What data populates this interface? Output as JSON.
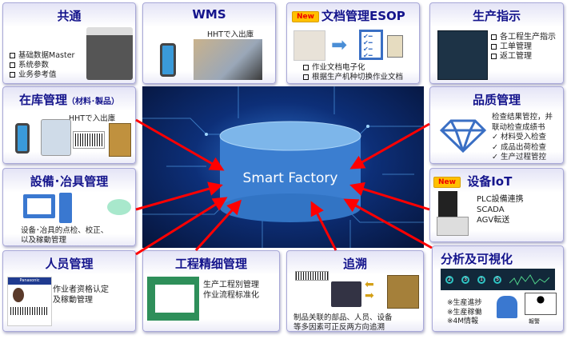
{
  "center": {
    "label": "Smart Factory"
  },
  "new_badge": "New",
  "cards": {
    "common": {
      "title": "共通",
      "items": [
        "基础数据Master",
        "系统参数",
        "业务参考值"
      ]
    },
    "wms": {
      "title": "WMS",
      "caption": "HHTで入出庫"
    },
    "esop": {
      "title": "文档管理ESOP",
      "items": [
        "作业文档电子化",
        "根据生产机种切换作业文档"
      ]
    },
    "production": {
      "title": "生产指示",
      "items": [
        "各工程生产指示",
        "工单管理",
        "返工管理"
      ]
    },
    "inventory": {
      "title": "在库管理",
      "subtitle": "（材料･製品）",
      "caption": "HHTで入出庫"
    },
    "equipment": {
      "title": "設備･冶具管理",
      "text": [
        "设备･冶具的点检、校正、",
        "以及稼動管理"
      ]
    },
    "quality": {
      "title": "品质管理",
      "text": [
        "检查结果管控，并",
        "联动检查成绩书"
      ],
      "checks": [
        "材料受入检查",
        "成品出荷检查",
        "生产过程管控"
      ]
    },
    "iot": {
      "title": "设备IoT",
      "items": [
        "PLC設備連携",
        "SCADA",
        "AGV転送"
      ]
    },
    "personnel": {
      "title": "人员管理",
      "text": [
        "作业者资格认定",
        "及稼動管理"
      ],
      "badge_brand": "Panasonic"
    },
    "process": {
      "title": "工程精细管理",
      "text": [
        "生产工程別管理",
        "作业流程标准化"
      ]
    },
    "trace": {
      "title": "追溯",
      "text": [
        "制品关联的部品、人员、设备",
        "等多因素可正反两方向追溯"
      ]
    },
    "analysis": {
      "title": "分析及可視化",
      "items": [
        "※生産進捗",
        "※生産稼働",
        "※4M情報"
      ],
      "report": "報警",
      "kpis": [
        "2",
        "3",
        "1",
        "5"
      ]
    }
  },
  "colors": {
    "title": "#14148c",
    "arrow": "#ff0000",
    "border": "#a9a9d8"
  }
}
